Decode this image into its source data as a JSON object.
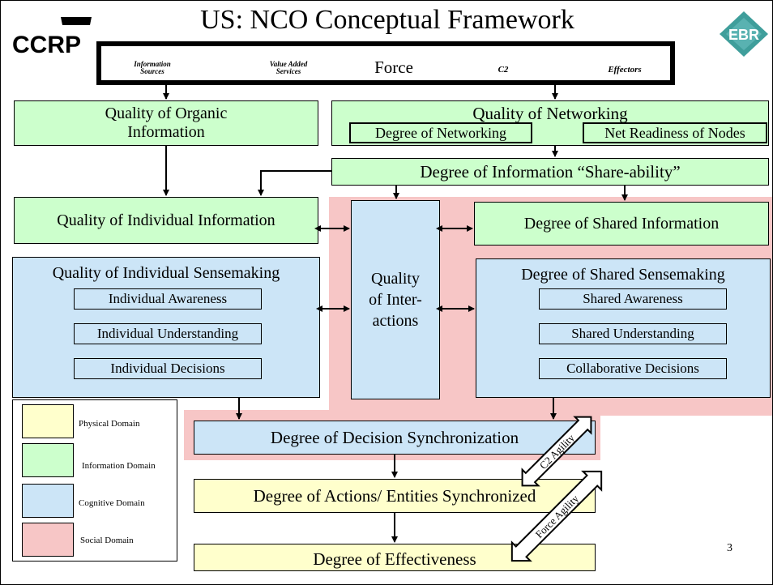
{
  "title": "US: NCO Conceptual Framework",
  "logos": {
    "left": "CCRP",
    "right": "EBR"
  },
  "force_bar": {
    "information_sources": "Information Sources",
    "value_added_services": "Value Added Services",
    "force": "Force",
    "c2": "C2",
    "effectors": "Effectors"
  },
  "boxes": {
    "quality_organic_info": "Quality of Organic Information",
    "quality_networking": "Quality of Networking",
    "degree_networking": "Degree of Networking",
    "net_readiness": "Net Readiness of Nodes",
    "info_shareability": "Degree of Information “Share-ability”",
    "quality_individual_info": "Quality of Individual Information",
    "quality_interactions": "Quality of Inter- actions",
    "degree_shared_info": "Degree of Shared Information",
    "quality_individual_sensemaking": "Quality of Individual Sensemaking",
    "individual_awareness": "Individual Awareness",
    "individual_understanding": "Individual Understanding",
    "individual_decisions": "Individual Decisions",
    "degree_shared_sensemaking": "Degree of Shared Sensemaking",
    "shared_awareness": "Shared Awareness",
    "shared_understanding": "Shared Understanding",
    "collaborative_decisions": "Collaborative Decisions",
    "decision_sync": "Degree of Decision Synchronization",
    "actions_sync": "Degree of Actions/ Entities Synchronized",
    "effectiveness": "Degree of Effectiveness",
    "c2_agility": "C2 Agility",
    "force_agility": "Force Agility"
  },
  "legend": [
    {
      "label": "Physical Domain",
      "color": "#ffffcc"
    },
    {
      "label": "Information Domain",
      "color": "#ccffcc"
    },
    {
      "label": "Cognitive Domain",
      "color": "#cce5f7"
    },
    {
      "label": "Social Domain",
      "color": "#f7c6c6"
    }
  ],
  "page_number": "3"
}
